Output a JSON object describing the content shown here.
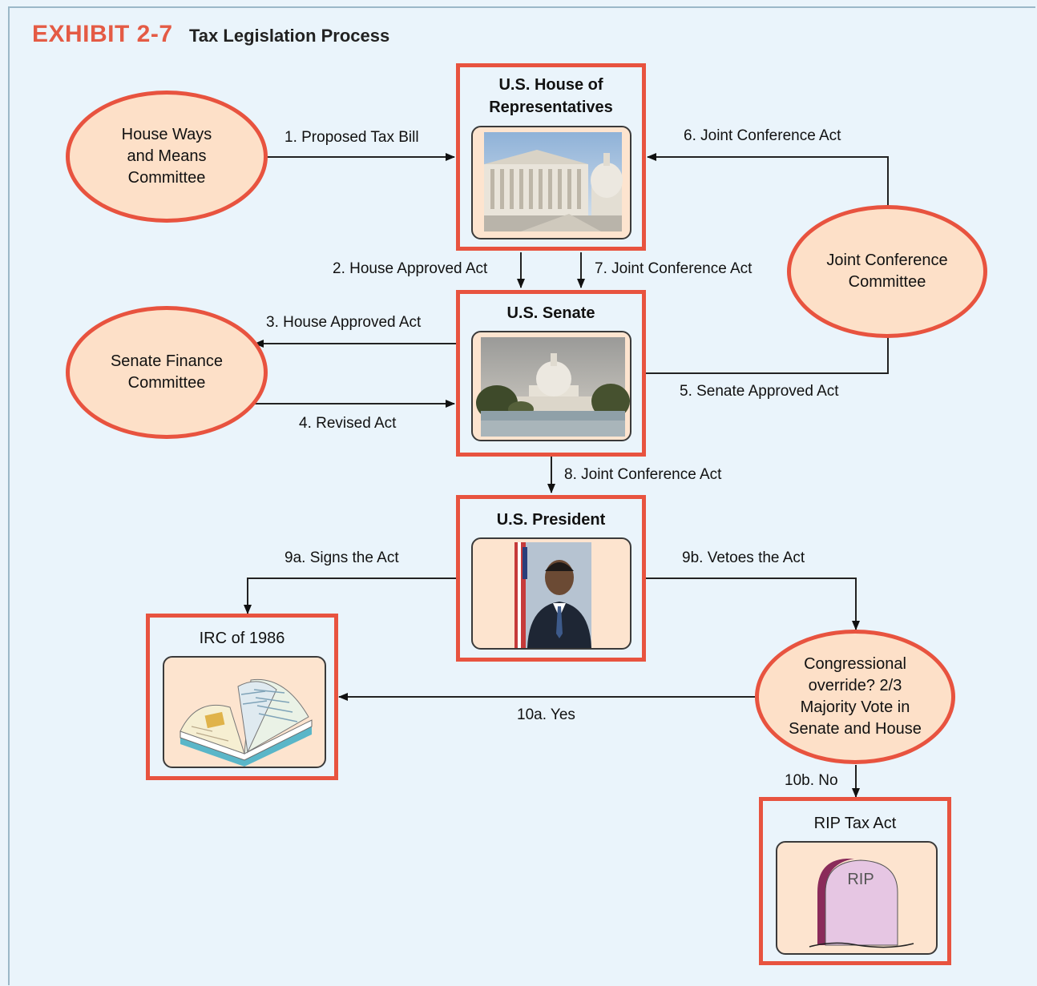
{
  "header": {
    "exhibit": "EXHIBIT 2-7",
    "title": "Tax Legislation Process"
  },
  "nodes": {
    "house": {
      "title": "U.S. House of Representatives"
    },
    "senate": {
      "title": "U.S. Senate"
    },
    "president": {
      "title": "U.S. President"
    },
    "irc": {
      "title": "IRC of 1986"
    },
    "rip": {
      "title": "RIP Tax Act",
      "stone_text": "RIP"
    },
    "ways_means": {
      "lines": [
        "House Ways",
        "and Means",
        "Committee"
      ]
    },
    "senate_finance": {
      "lines": [
        "Senate Finance",
        "Committee"
      ]
    },
    "joint_conference": {
      "lines": [
        "Joint Conference",
        "Committee"
      ]
    },
    "override": {
      "lines": [
        "Congressional",
        "override? 2/3",
        "Majority Vote in",
        "Senate and House"
      ]
    }
  },
  "edges": {
    "e1": "1. Proposed Tax Bill",
    "e2": "2. House Approved Act",
    "e3": "3. House Approved Act",
    "e4": "4. Revised Act",
    "e5": "5. Senate Approved Act",
    "e6": "6. Joint Conference Act",
    "e7": "7. Joint Conference Act",
    "e8": "8. Joint Conference Act",
    "e9a": "9a. Signs the Act",
    "e9b": "9b. Vetoes the Act",
    "e10a": "10a. Yes",
    "e10b": "10b. No"
  },
  "colors": {
    "accent": "#e8533f",
    "ellipse_fill": "#fde0c8",
    "background": "#eaf4fb"
  }
}
